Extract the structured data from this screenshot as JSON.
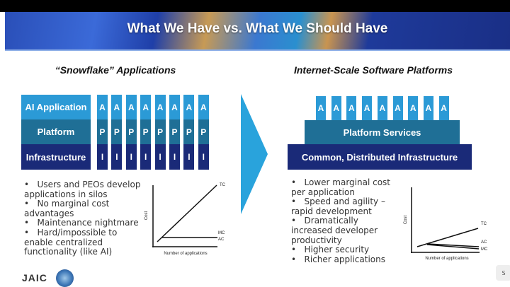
{
  "slide_title": "What We Have vs. What We Should Have",
  "left": {
    "title": "“Snowflake” Applications",
    "layers": [
      "AI Application",
      "Platform",
      "Infrastructure"
    ],
    "column_letters": [
      "A",
      "P",
      "I"
    ],
    "column_count": 8,
    "bullets": [
      "Users and PEOs develop applications in silos",
      "No marginal cost advantages",
      "Maintenance nightmare",
      "Hard/impossible to enable centralized functionality (like AI)"
    ],
    "chart": {
      "ylabel": "Cost",
      "xlabel": "Number of applications",
      "lines": [
        "TC",
        "MC",
        "AC"
      ]
    }
  },
  "right": {
    "title": "Internet-Scale Software Platforms",
    "app_letter": "A",
    "app_count": 9,
    "platform": "Platform Services",
    "infrastructure": "Common, Distributed Infrastructure",
    "bullets": [
      "Lower marginal cost per application",
      "Speed and agility – rapid development",
      "Dramatically increased developer productivity",
      "Higher security",
      "Richer applications"
    ],
    "chart": {
      "ylabel": "Cost",
      "xlabel": "Number of applications",
      "lines": [
        "TC",
        "AC",
        "MC"
      ]
    }
  },
  "logo_text": "JAIC",
  "corner_button": "S",
  "colors": {
    "app": "#2b9ad6",
    "platform": "#1f6f96",
    "infra": "#1a2a78",
    "arrow": "#29a3dc"
  }
}
